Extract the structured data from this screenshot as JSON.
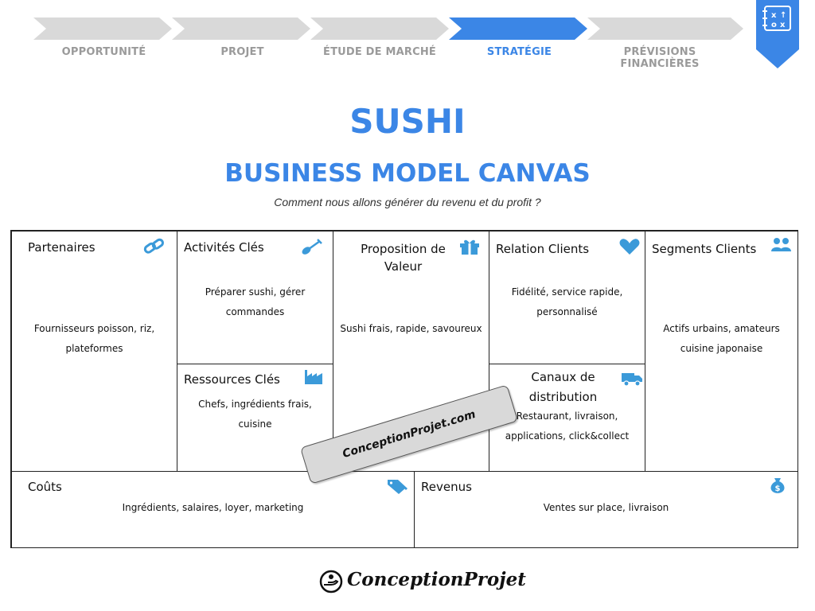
{
  "steps": {
    "items": [
      {
        "label": "OPPORTUNITÉ",
        "active": false
      },
      {
        "label": "PROJET",
        "active": false
      },
      {
        "label": "ÉTUDE DE MARCHÉ",
        "active": false
      },
      {
        "label": "STRATÉGIE",
        "active": true
      },
      {
        "label": "PRÉVISIONS FINANCIÈRES",
        "active": false
      }
    ],
    "inactive_color": "#d9d9d9",
    "active_color": "#3b86e6"
  },
  "header": {
    "title": "SUSHI",
    "canvas_title": "BUSINESS MODEL CANVAS",
    "subtitle": "Comment nous allons générer du revenu et du profit ?"
  },
  "canvas": {
    "partenaires": {
      "title": "Partenaires",
      "body": "Fournisseurs poisson, riz, plateformes",
      "icon": "link-icon"
    },
    "activites": {
      "title": "Activités Clés",
      "body": "Préparer sushi, gérer commandes",
      "icon": "shovel-icon"
    },
    "ressources": {
      "title": "Ressources Clés",
      "body": "Chefs, ingrédients frais, cuisine",
      "icon": "factory-icon"
    },
    "proposition": {
      "title": "Proposition de Valeur",
      "body": "Sushi frais, rapide, savoureux",
      "icon": "gift-icon"
    },
    "relation": {
      "title": "Relation Clients",
      "body": "Fidélité, service rapide, personnalisé",
      "icon": "heart-icon"
    },
    "canaux": {
      "title": "Canaux de distribution",
      "body": "Restaurant, livraison, applications, click&collect",
      "icon": "truck-icon"
    },
    "segments": {
      "title": "Segments Clients",
      "body": "Actifs urbains, amateurs cuisine japonaise",
      "icon": "users-icon"
    },
    "couts": {
      "title": "Coûts",
      "body": "Ingrédients, salaires, loyer, marketing",
      "icon": "tags-icon"
    },
    "revenus": {
      "title": "Revenus",
      "body": "Ventes sur place, livraison",
      "icon": "money-bag-icon"
    }
  },
  "icon_color": "#3b9ad9",
  "watermark": "ConceptionProjet.com",
  "footer": {
    "logo_text": "ConceptionProjet"
  }
}
